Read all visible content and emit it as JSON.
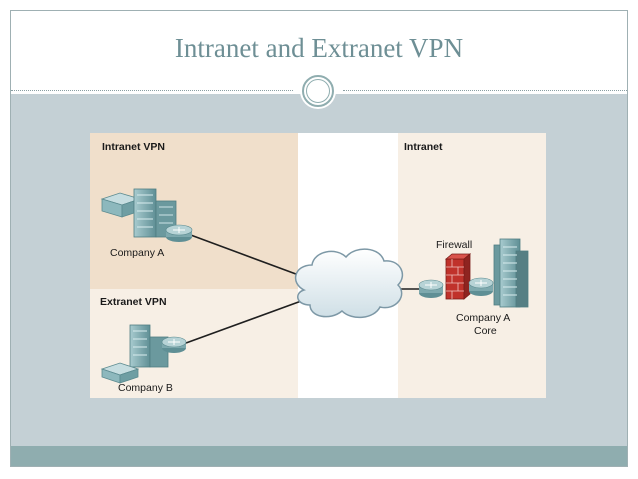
{
  "slide": {
    "title": "Intranet and Extranet VPN",
    "colors": {
      "title": "#6e8f95",
      "content_bg": "#c4d0d5",
      "footer": "#8fadaf",
      "intranet_panel": "#f0dfcb",
      "extranet_panel": "#f7efe5",
      "firewall": "#c0322b",
      "device": "#7ea9ae"
    }
  },
  "diagram": {
    "intranet_vpn_label": "Intranet VPN",
    "extranet_vpn_label": "Extranet VPN",
    "intranet_label": "Intranet",
    "company_a_label": "Company A",
    "company_b_label": "Company B",
    "firewall_label": "Firewall",
    "core_label_line1": "Company A",
    "core_label_line2": "Core",
    "icons": [
      "server-icon",
      "router-icon",
      "cloud-icon",
      "firewall-icon",
      "building-icon"
    ]
  }
}
